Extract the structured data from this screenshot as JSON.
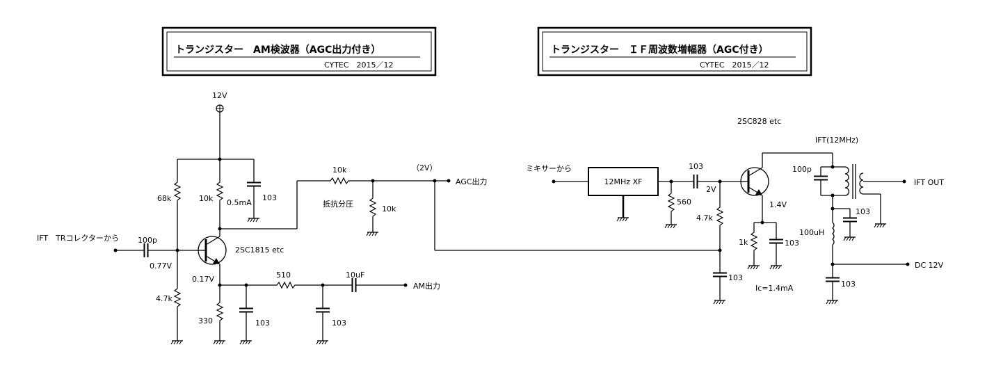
{
  "titles": {
    "left": {
      "title": "トランジスター　AM検波器（AGC出力付き）",
      "credit": "CYTEC　2015／12"
    },
    "right": {
      "title": "トランジスター　ＩＦ周波数増幅器（AGC付き）",
      "credit": "CYTEC　2015／12"
    }
  },
  "left_circuit": {
    "supply": "12V",
    "r_bias_top": "68k",
    "r_collector": "10k",
    "collector_current": "0.5mA",
    "c_decouple": "103",
    "input_label": "IFT　TRコレクターから",
    "c_input": "100p",
    "base_voltage": "0.77V",
    "transistor": "2SC1815 etc",
    "r_bias_bottom": "4.7k",
    "emitter_voltage": "0.17V",
    "r_emitter": "330",
    "c_emitter": "103",
    "r_series": "510",
    "c_filter": "103",
    "c_output": "10uF",
    "am_output": "AM出力",
    "divider_r_top": "10k",
    "divider_label": "抵抗分圧",
    "divider_r_bottom": "10k",
    "agc_voltage": "（2V）",
    "agc_output": "AGC出力"
  },
  "right_circuit": {
    "transistor": "2SC828 etc",
    "input_label": "ミキサーから",
    "filter": "12MHz XF",
    "r_filter_load": "560",
    "c_coupling": "103",
    "base_voltage": "2V",
    "r_base": "4.7k",
    "c_agc": "103",
    "emitter_voltage": "1.4V",
    "r_emitter": "1k",
    "c_emitter": "103",
    "emitter_current": "Ic=1.4mA",
    "ift_label": "IFT(12MHz)",
    "c_tank": "100p",
    "c_tap": "103",
    "choke": "100uH",
    "c_supply": "103",
    "ift_output": "IFT OUT",
    "dc_supply": "DC 12V"
  }
}
